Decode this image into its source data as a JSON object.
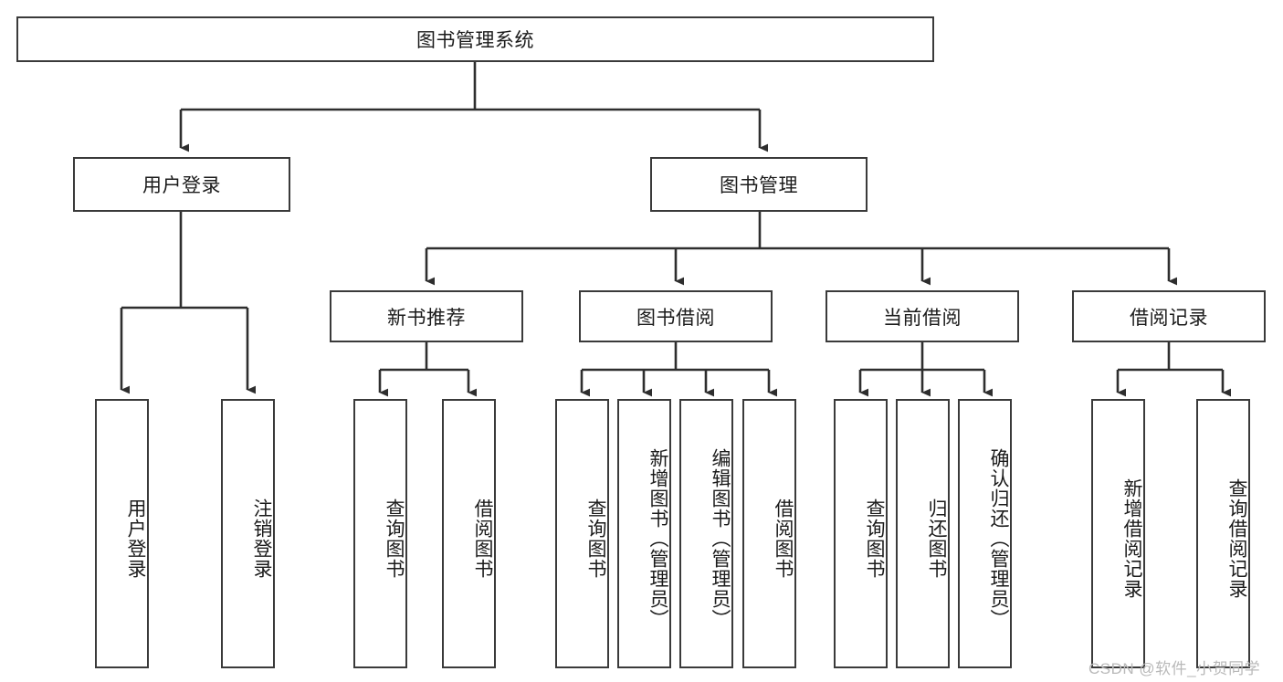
{
  "diagram": {
    "type": "hierarchy-tree",
    "title_node": {
      "label": "图书管理系统"
    },
    "level1": [
      {
        "label": "用户登录"
      },
      {
        "label": "图书管理"
      }
    ],
    "level2": [
      {
        "label": "新书推荐"
      },
      {
        "label": "图书借阅"
      },
      {
        "label": "当前借阅"
      },
      {
        "label": "借阅记录"
      }
    ],
    "leaves": [
      {
        "label": "用户登录",
        "parent": "用户登录"
      },
      {
        "label": "注销登录",
        "parent": "用户登录"
      },
      {
        "label": "查询图书",
        "parent": "新书推荐"
      },
      {
        "label": "借阅图书",
        "parent": "新书推荐"
      },
      {
        "label": "查询图书",
        "parent": "图书借阅"
      },
      {
        "label": "新增图书（管理员）",
        "parent": "图书借阅"
      },
      {
        "label": "编辑图书（管理员）",
        "parent": "图书借阅"
      },
      {
        "label": "借阅图书",
        "parent": "图书借阅"
      },
      {
        "label": "查询图书",
        "parent": "当前借阅"
      },
      {
        "label": "归还图书",
        "parent": "当前借阅"
      },
      {
        "label": "确认归还（管理员）",
        "parent": "当前借阅"
      },
      {
        "label": "新增借阅记录",
        "parent": "借阅记录"
      },
      {
        "label": "查询借阅记录",
        "parent": "借阅记录"
      }
    ],
    "watermark": "CSDN @软件_小贺同学",
    "colors": {
      "stroke": "#3a3a3a",
      "fill": "#ffffff",
      "text": "#1b1b1b",
      "watermark": "#b9b9b9"
    }
  }
}
